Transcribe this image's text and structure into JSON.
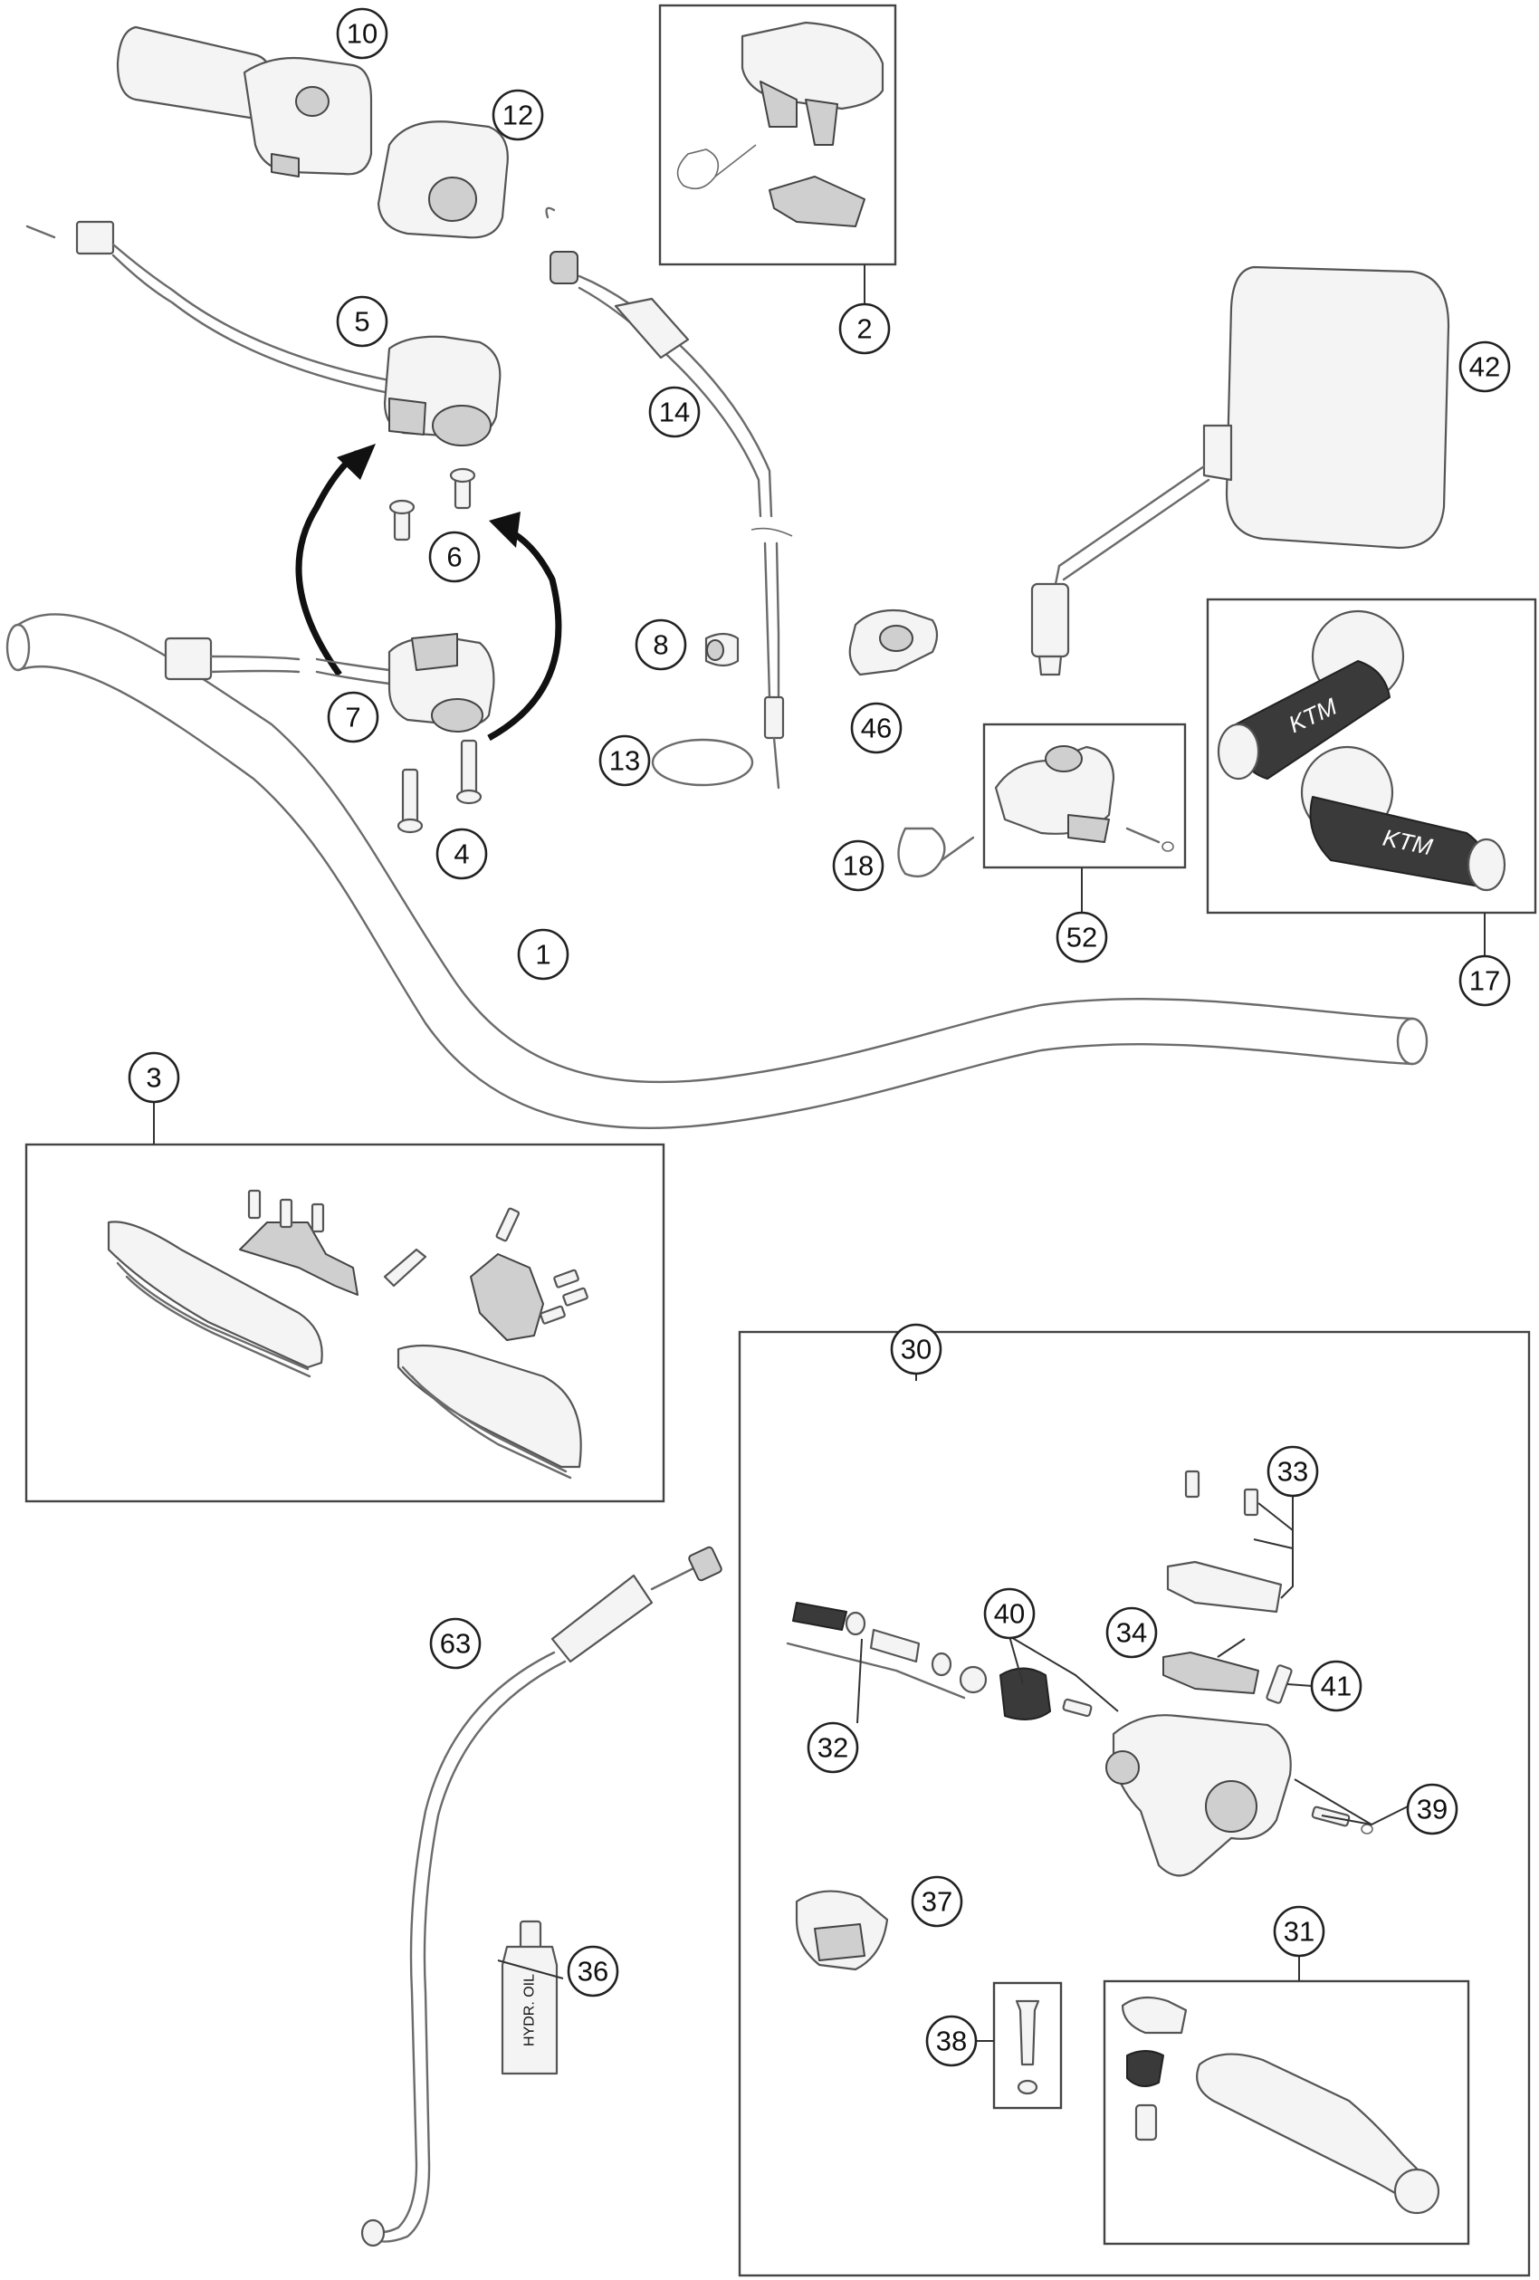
{
  "diagram": {
    "callouts": [
      {
        "id": "c10",
        "label": "10"
      },
      {
        "id": "c12",
        "label": "12"
      },
      {
        "id": "c2",
        "label": "2"
      },
      {
        "id": "c5",
        "label": "5"
      },
      {
        "id": "c14",
        "label": "14"
      },
      {
        "id": "c42",
        "label": "42"
      },
      {
        "id": "c6",
        "label": "6"
      },
      {
        "id": "c8",
        "label": "8"
      },
      {
        "id": "c46",
        "label": "46"
      },
      {
        "id": "c7",
        "label": "7"
      },
      {
        "id": "c13",
        "label": "13"
      },
      {
        "id": "c4",
        "label": "4"
      },
      {
        "id": "c18",
        "label": "18"
      },
      {
        "id": "c52",
        "label": "52"
      },
      {
        "id": "c17",
        "label": "17"
      },
      {
        "id": "c1",
        "label": "1"
      },
      {
        "id": "c3",
        "label": "3"
      },
      {
        "id": "c30",
        "label": "30"
      },
      {
        "id": "c33",
        "label": "33"
      },
      {
        "id": "c40",
        "label": "40"
      },
      {
        "id": "c34",
        "label": "34"
      },
      {
        "id": "c41",
        "label": "41"
      },
      {
        "id": "c63",
        "label": "63"
      },
      {
        "id": "c32",
        "label": "32"
      },
      {
        "id": "c39",
        "label": "39"
      },
      {
        "id": "c37",
        "label": "37"
      },
      {
        "id": "c31",
        "label": "31"
      },
      {
        "id": "c36",
        "label": "36"
      },
      {
        "id": "c38",
        "label": "38"
      }
    ],
    "text_marks": {
      "grip_brand": "KTM",
      "bottle_text": "HYDR. OIL"
    }
  }
}
